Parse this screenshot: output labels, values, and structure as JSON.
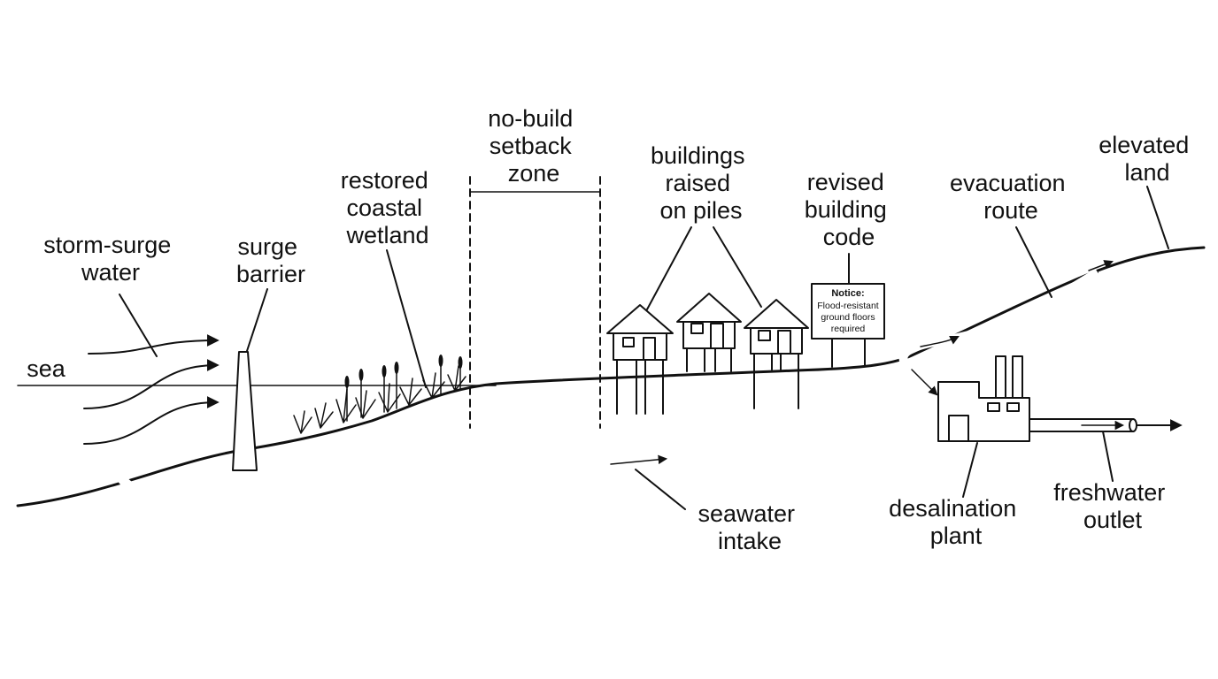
{
  "labels": {
    "storm_surge_water": [
      "storm-surge",
      "water"
    ],
    "sea": "sea",
    "surge_barrier": [
      "surge",
      "barrier"
    ],
    "restored_wetland": [
      "restored",
      "coastal",
      "wetland"
    ],
    "setback_zone": [
      "no-build",
      "setback",
      "zone"
    ],
    "raised_buildings": [
      "buildings",
      "raised",
      "on piles"
    ],
    "building_code": [
      "revised",
      "building",
      "code"
    ],
    "evacuation_route": [
      "evacuation",
      "route"
    ],
    "elevated_land": [
      "elevated",
      "land"
    ],
    "seawater_intake": [
      "seawater",
      "intake"
    ],
    "desalination_plant": [
      "desalination",
      "plant"
    ],
    "freshwater_outlet": [
      "freshwater",
      "outlet"
    ]
  },
  "notice_sign": {
    "heading": "Notice:",
    "lines": [
      "Flood-resistant",
      "ground floors",
      "required"
    ]
  },
  "colors": {
    "ink": "#111111",
    "paper": "#ffffff"
  }
}
